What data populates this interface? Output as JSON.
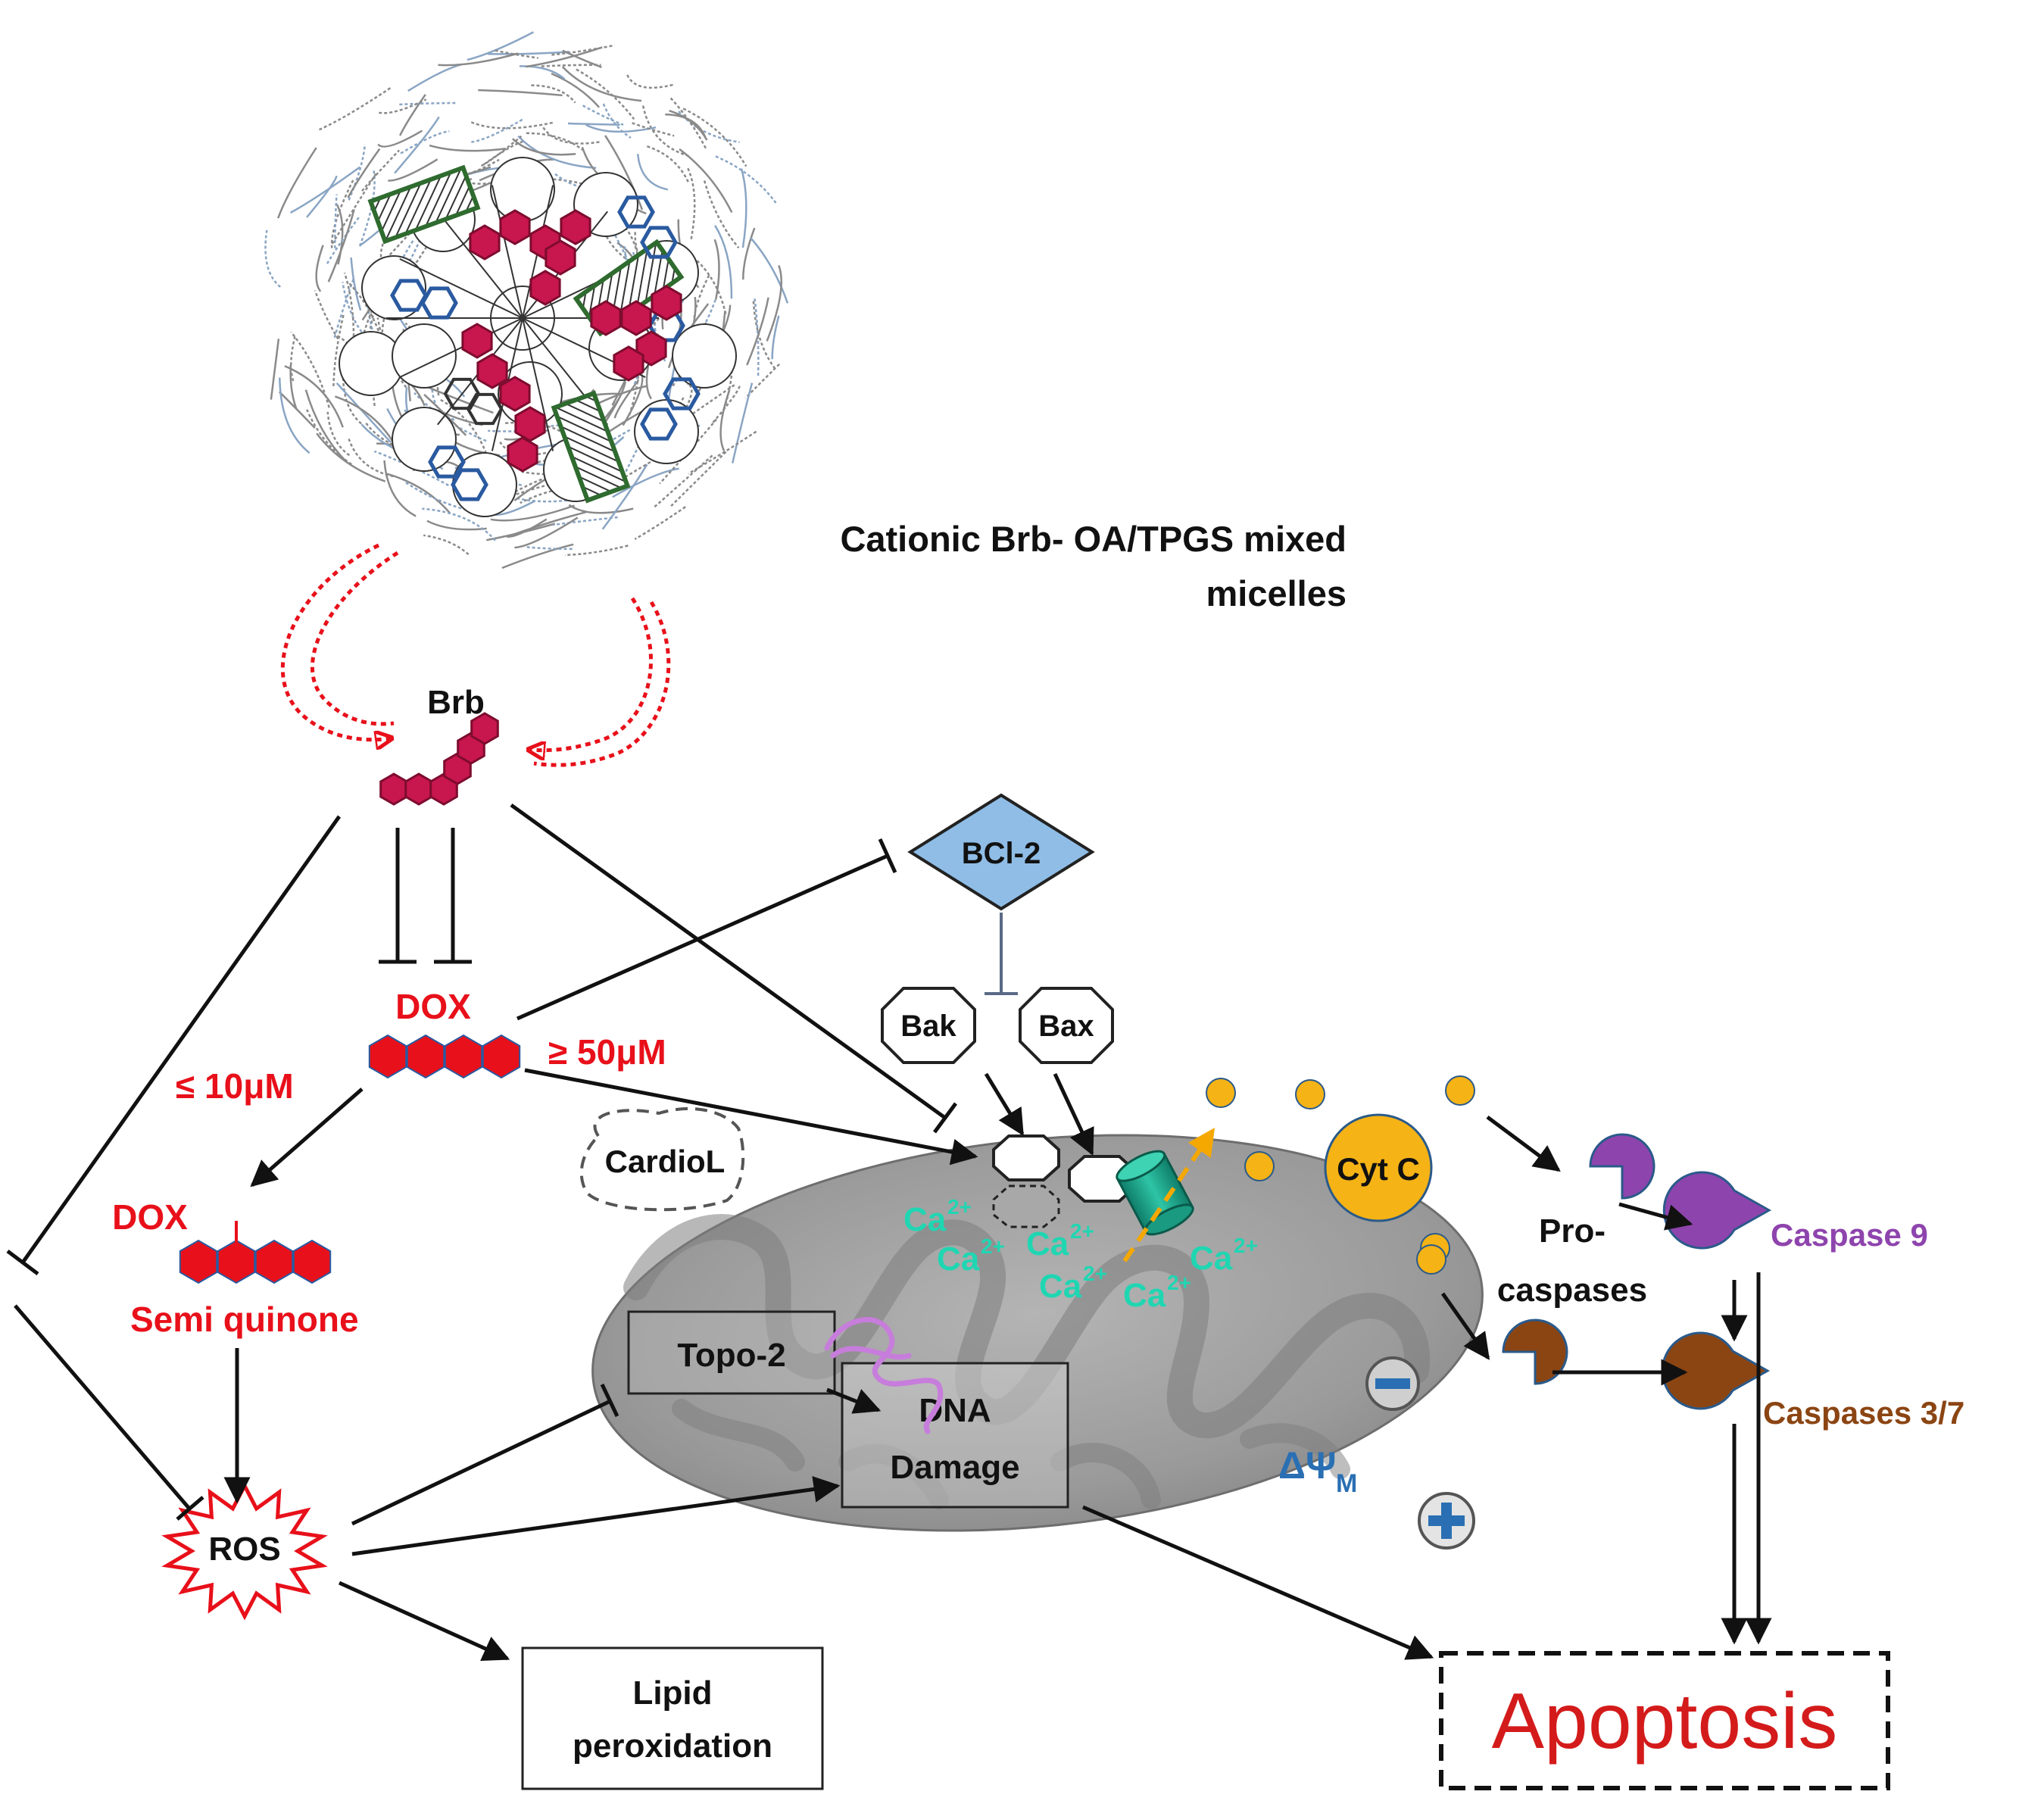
{
  "colors": {
    "red": "#e8101a",
    "drug_red": "#c8164e",
    "bcl2_fill": "#8fbde6",
    "calcium": "#1fd6b2",
    "cytc": "#f5b316",
    "caspase9": "#8e44ad",
    "caspase37": "#8b4513",
    "potential_blue": "#2a6fb3",
    "apoptosis_red": "#d41b1b",
    "mito_gray": "#9a9a9a",
    "channel_teal": "#1e9c84"
  },
  "labels": {
    "micelle_caption_line1": "Cationic Brb- OA/TPGS mixed",
    "micelle_caption_line2": "micelles",
    "brb": "Brb",
    "bcl2": "BCl-2",
    "bak": "Bak",
    "bax": "Bax",
    "dox": "DOX",
    "dose_high": "≥ 50μM",
    "dose_low": "≤ 10μM",
    "cardiol": "CardioL",
    "dox_semiquinone": "DOX",
    "semiquinone": "Semi quinone",
    "calcium": "Ca",
    "calcium_charge": "2+",
    "cytc": "Cyt C",
    "procaspases_line1": "Pro-",
    "procaspases_line2": "caspases",
    "caspase9": "Caspase 9",
    "caspases37": "Caspases 3/7",
    "topo2": "Topo-2",
    "dna_line1": "DNA",
    "dna_line2": "Damage",
    "delta_psi": "ΔΨ",
    "delta_psi_sub": "M",
    "ros": "ROS",
    "lipid_line1": "Lipid",
    "lipid_line2": "peroxidation",
    "apoptosis": "Apoptosis"
  }
}
